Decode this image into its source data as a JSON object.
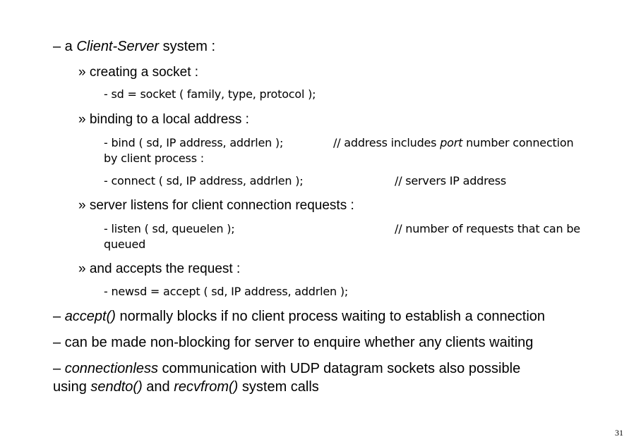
{
  "slide": {
    "page_number": "31",
    "item1": {
      "dash": "– a ",
      "italic": "Client-Server",
      "rest": " system :"
    },
    "sub_socket": {
      "bullet": "» ",
      "text": "creating a socket :"
    },
    "code_socket": "- sd = socket ( family, type, protocol );",
    "sub_bind": {
      "bullet": "» ",
      "text": "binding to a local address :"
    },
    "code_bind": {
      "code": "- bind ( sd, IP address, addrlen );",
      "comment_pre": "// address includes ",
      "comment_italic": "port",
      "comment_post": " number connection",
      "wrap": "by client process :"
    },
    "code_connect": {
      "code": "- connect ( sd, IP address, addrlen );",
      "comment": "// servers IP address"
    },
    "sub_listen": {
      "bullet": "» ",
      "text": "server listens for client connection requests :"
    },
    "code_listen": {
      "code": "- listen ( sd, queuelen );",
      "comment": "// number of requests that can be",
      "wrap": "queued"
    },
    "sub_accept": {
      "bullet": "» ",
      "text": "and accepts the request :"
    },
    "code_accept": "- newsd = accept ( sd, IP address, addrlen );",
    "item2": {
      "dash": "– ",
      "italic": "accept()",
      "rest": " normally blocks if no client process waiting to establish a connection"
    },
    "item3": {
      "text": "– can be made non-blocking for server to enquire whether any clients waiting"
    },
    "item4": {
      "dash": "– ",
      "italic1": "connectionless",
      "mid1": " communication with UDP datagram sockets also possible",
      "line2_pre": "using ",
      "italic2": "sendto()",
      "mid2": " and ",
      "italic3": "recvfrom()",
      "line2_post": " system calls"
    }
  }
}
